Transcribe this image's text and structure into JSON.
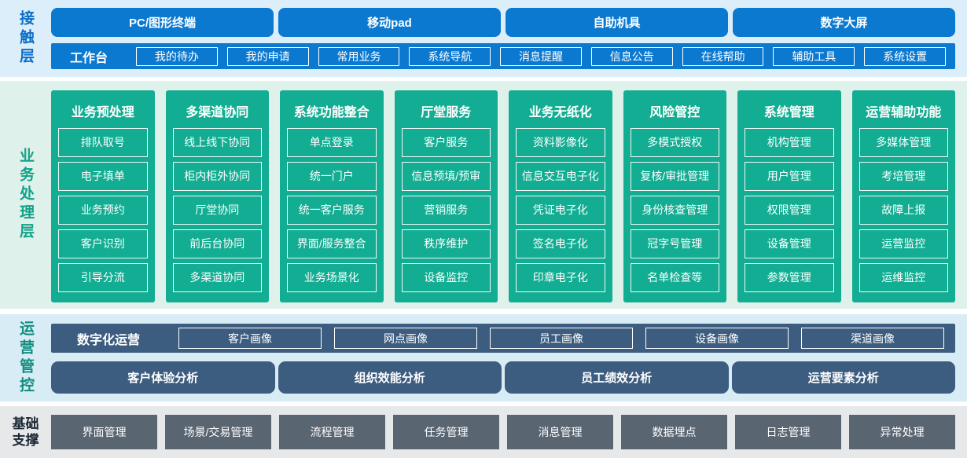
{
  "colors": {
    "contact_blue": "#0c79d0",
    "contact_band_bg": "#ddeefb",
    "business_teal": "#12ad92",
    "business_band_bg": "#def1ea",
    "operations_slate_blue": "#3d5d80",
    "operations_band_bg": "#d8ecf5",
    "foundation_gray": "#5a6572",
    "foundation_band_bg": "#e6e8ea"
  },
  "layers": {
    "contact": {
      "label": "接触层",
      "terminals": [
        "PC/图形终端",
        "移动pad",
        "自助机具",
        "数字大屏"
      ],
      "workbench": {
        "label": "工作台",
        "items": [
          "我的待办",
          "我的申请",
          "常用业务",
          "系统导航",
          "消息提醒",
          "信息公告",
          "在线帮助",
          "辅助工具",
          "系统设置"
        ]
      }
    },
    "business": {
      "label": "业务处理层",
      "columns": [
        {
          "title": "业务预处理",
          "items": [
            "排队取号",
            "电子填单",
            "业务预约",
            "客户识别",
            "引导分流"
          ]
        },
        {
          "title": "多渠道协同",
          "items": [
            "线上线下协同",
            "柜内柜外协同",
            "厅堂协同",
            "前后台协同",
            "多渠道协同"
          ]
        },
        {
          "title": "系统功能整合",
          "items": [
            "单点登录",
            "统一门户",
            "统一客户服务",
            "界面/服务整合",
            "业务场景化"
          ]
        },
        {
          "title": "厅堂服务",
          "items": [
            "客户服务",
            "信息预填/预审",
            "营销服务",
            "秩序维护",
            "设备监控"
          ]
        },
        {
          "title": "业务无纸化",
          "items": [
            "资料影像化",
            "信息交互电子化",
            "凭证电子化",
            "签名电子化",
            "印章电子化"
          ]
        },
        {
          "title": "风险管控",
          "items": [
            "多模式授权",
            "复核/审批管理",
            "身份核查管理",
            "冠字号管理",
            "名单检查等"
          ]
        },
        {
          "title": "系统管理",
          "items": [
            "机构管理",
            "用户管理",
            "权限管理",
            "设备管理",
            "参数管理"
          ]
        },
        {
          "title": "运营辅助功能",
          "items": [
            "多媒体管理",
            "考培管理",
            "故障上报",
            "运营监控",
            "运维监控"
          ]
        }
      ]
    },
    "operations": {
      "label": "运营管控",
      "digital": {
        "label": "数字化运营",
        "items": [
          "客户画像",
          "网点画像",
          "员工画像",
          "设备画像",
          "渠道画像"
        ]
      },
      "analysis": [
        "客户体验分析",
        "组织效能分析",
        "员工绩效分析",
        "运营要素分析"
      ]
    },
    "foundation": {
      "label": "基础支撑",
      "items": [
        "界面管理",
        "场景/交易管理",
        "流程管理",
        "任务管理",
        "消息管理",
        "数据埋点",
        "日志管理",
        "异常处理"
      ]
    }
  }
}
